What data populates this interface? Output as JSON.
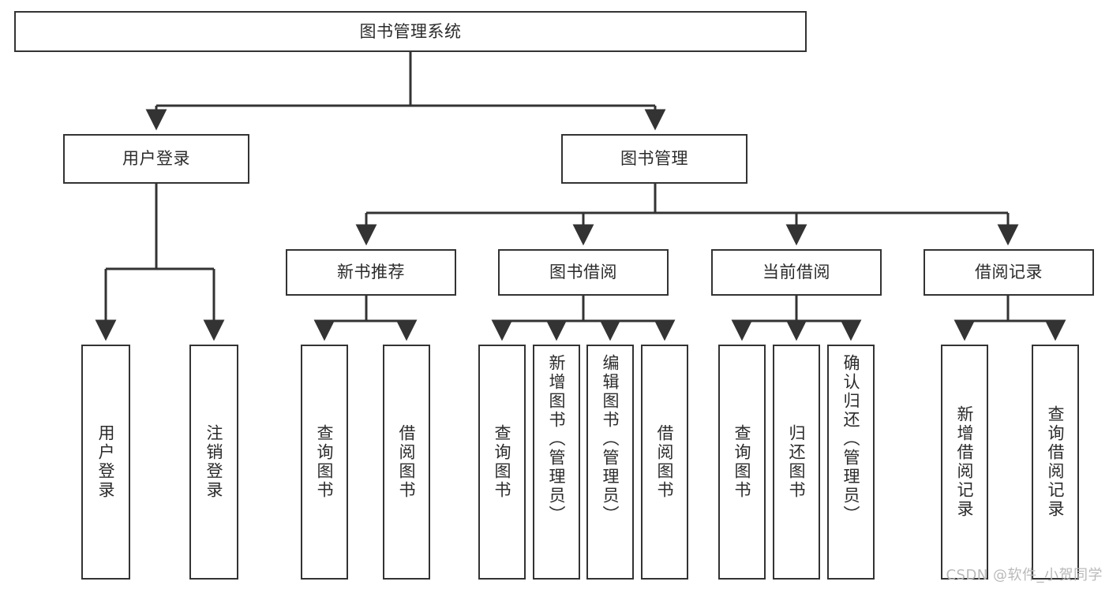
{
  "diagram": {
    "type": "tree",
    "title": "图书管理系统",
    "orientation": "top-down",
    "colors": {
      "box_border": "#333333",
      "box_fill": "#ffffff",
      "edge": "#333333",
      "text": "#2b2b2b",
      "watermark": "#b9b9b9",
      "background": "#ffffff"
    },
    "levels": {
      "root": [
        "图书管理系统"
      ],
      "level2": [
        "用户登录",
        "图书管理"
      ],
      "level3": [
        "新书推荐",
        "图书借阅",
        "当前借阅",
        "借阅记录"
      ],
      "leaves": [
        "用户登录",
        "注销登录",
        "查询图书",
        "借阅图书",
        "查询图书",
        "新增图书（管理员）",
        "编辑图书（管理员）",
        "借阅图书",
        "查询图书",
        "归还图书",
        "确认归还（管理员）",
        "新增借阅记录",
        "查询借阅记录"
      ]
    }
  },
  "root": {
    "label": "图书管理系统"
  },
  "branches": [
    {
      "label": "用户登录",
      "children": [
        {
          "label": "用户登录"
        },
        {
          "label": "注销登录"
        }
      ]
    },
    {
      "label": "图书管理",
      "children": [
        {
          "label": "新书推荐",
          "children": [
            {
              "label": "查询图书"
            },
            {
              "label": "借阅图书"
            }
          ]
        },
        {
          "label": "图书借阅",
          "children": [
            {
              "label": "查询图书"
            },
            {
              "label": "新增图书（管理员）"
            },
            {
              "label": "编辑图书（管理员）"
            },
            {
              "label": "借阅图书"
            }
          ]
        },
        {
          "label": "当前借阅",
          "children": [
            {
              "label": "查询图书"
            },
            {
              "label": "归还图书"
            },
            {
              "label": "确认归还（管理员）"
            }
          ]
        },
        {
          "label": "借阅记录",
          "children": [
            {
              "label": "新增借阅记录"
            },
            {
              "label": "查询借阅记录"
            }
          ]
        }
      ]
    }
  ],
  "watermark": {
    "text": "CSDN @软件_小贺同学"
  }
}
